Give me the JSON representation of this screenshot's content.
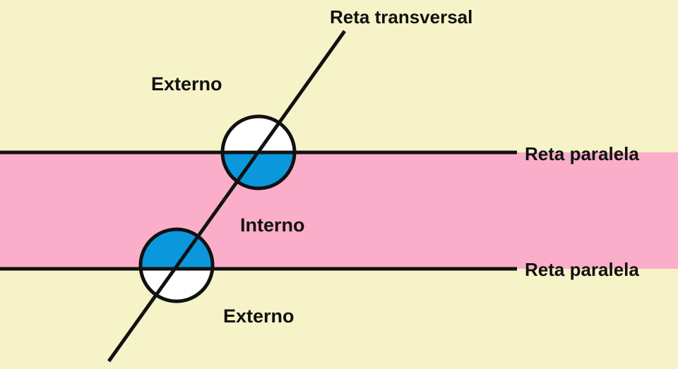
{
  "colors": {
    "outer_background": "#f6f3c8",
    "inner_band": "#fbaec9",
    "lines": "#111111",
    "angle_highlight": "#0b97dc",
    "angle_plain": "#ffffff"
  },
  "labels": {
    "transversal": "Reta transversal",
    "parallel_top": "Reta paralela",
    "parallel_bottom": "Reta paralela",
    "region_external_top": "Externo",
    "region_internal": "Interno",
    "region_external_bottom": "Externo"
  },
  "icons": {
    "upper_angle_marker": "angle-circle-icon",
    "lower_angle_marker": "angle-circle-icon"
  }
}
